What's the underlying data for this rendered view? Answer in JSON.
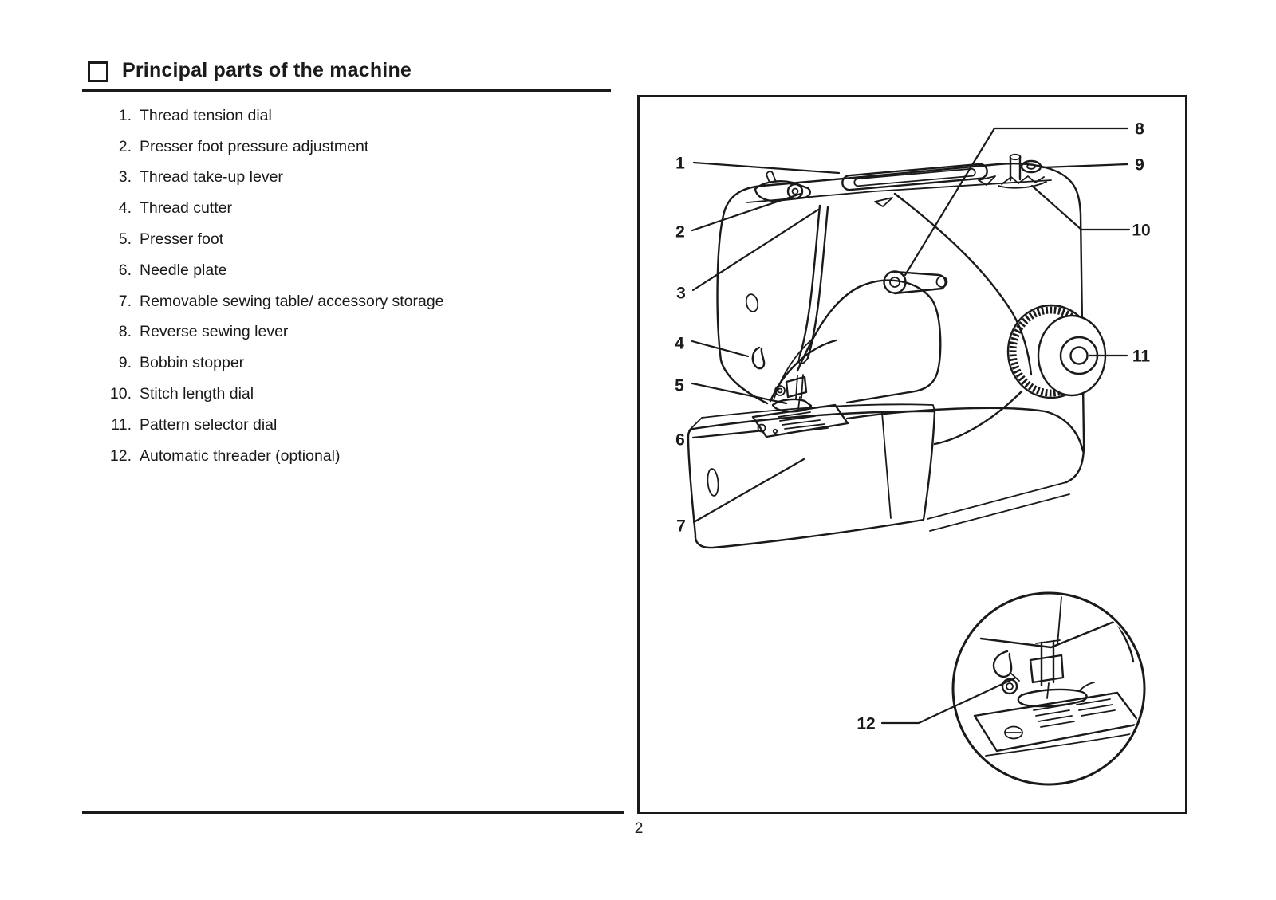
{
  "page": {
    "title": "Principal parts of the machine",
    "page_number": "2"
  },
  "parts_list": {
    "items": [
      {
        "number": "1.",
        "label": "Thread tension dial"
      },
      {
        "number": "2.",
        "label": "Presser foot pressure adjustment"
      },
      {
        "number": "3.",
        "label": "Thread take-up lever"
      },
      {
        "number": "4.",
        "label": "Thread cutter"
      },
      {
        "number": "5.",
        "label": "Presser foot"
      },
      {
        "number": "6.",
        "label": "Needle plate"
      },
      {
        "number": "7.",
        "label": "Removable sewing table/ accessory storage"
      },
      {
        "number": "8.",
        "label": "Reverse sewing lever"
      },
      {
        "number": "9.",
        "label": "Bobbin stopper"
      },
      {
        "number": "10.",
        "label": "Stitch length dial"
      },
      {
        "number": "11.",
        "label": "Pattern selector dial"
      },
      {
        "number": "12.",
        "label": "Automatic threader (optional)"
      }
    ]
  },
  "diagram": {
    "callouts": [
      "1",
      "2",
      "3",
      "4",
      "5",
      "6",
      "7",
      "8",
      "9",
      "10",
      "11",
      "12"
    ]
  },
  "colors": {
    "ink": "#1a1a1a",
    "paper": "#ffffff"
  }
}
